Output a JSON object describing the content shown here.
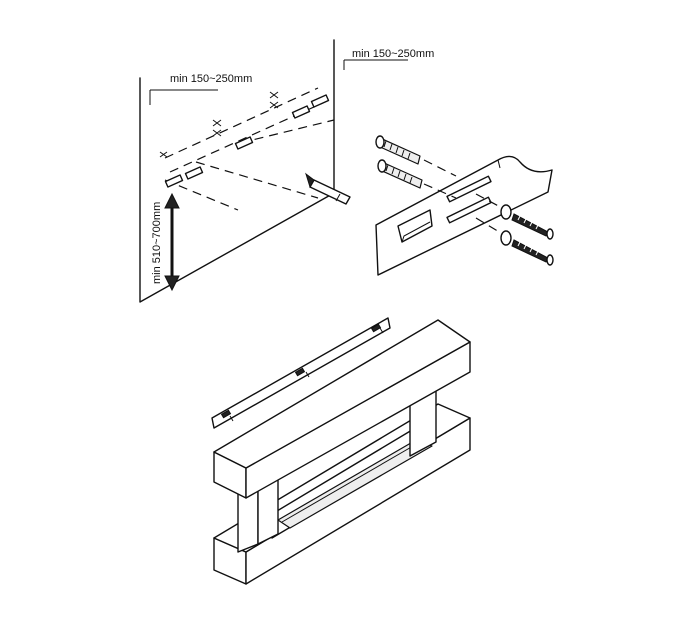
{
  "diagram": {
    "labels": {
      "top_spacing_left": "min 150~250mm",
      "top_spacing_right": "min 150~250mm",
      "floor_height": "min 510~700mm"
    }
  }
}
